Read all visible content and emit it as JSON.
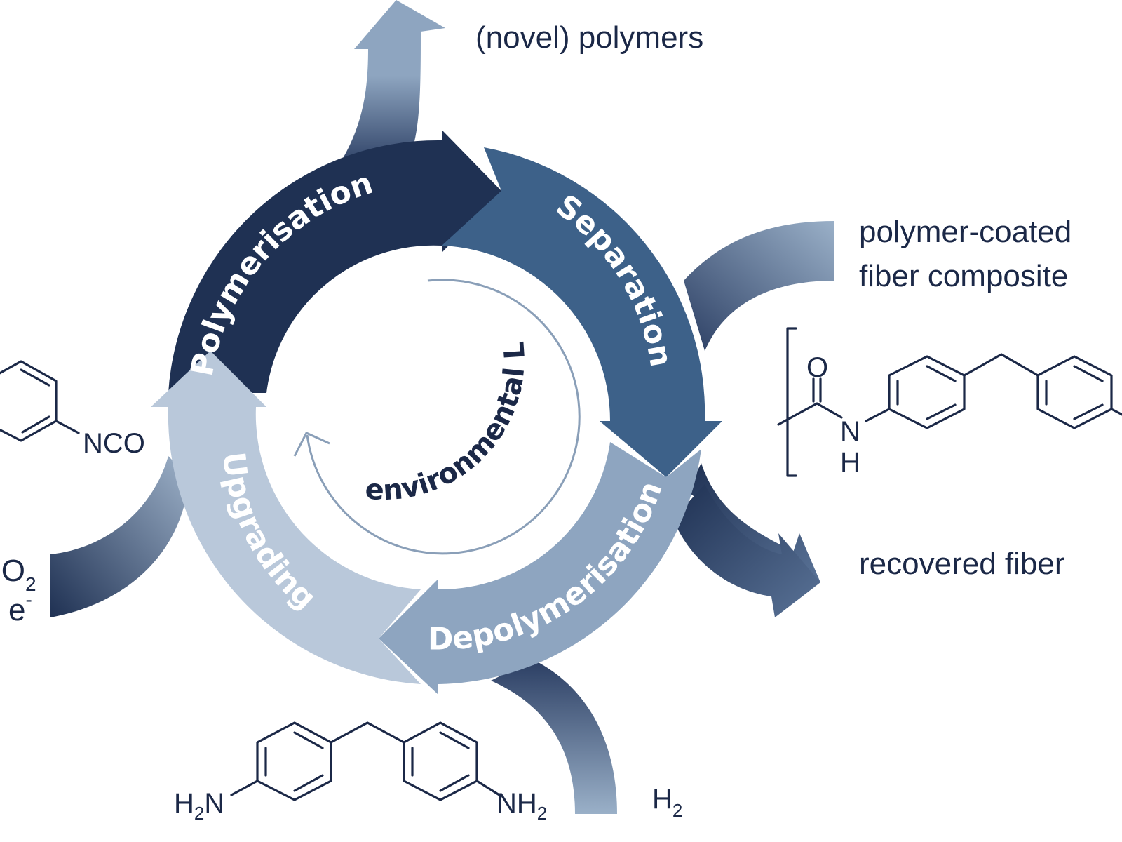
{
  "diagram": {
    "cycle_steps": [
      {
        "label": "Polymerisation",
        "color": "#1f3153"
      },
      {
        "label": "Separation",
        "color": "#3d6189"
      },
      {
        "label": "Depolymerisation",
        "color": "#8ea5c0"
      },
      {
        "label": "Upgrading",
        "color": "#b9c8da"
      }
    ],
    "center_label": "environmental LCA",
    "inputs_outputs": {
      "novel_polymers": "(novel) polymers",
      "composite_line1": "polymer-coated",
      "composite_line2": "fiber composite",
      "recovered_fiber": "recovered fiber",
      "co2": "CO",
      "co2_sub": "2",
      "electron": "e",
      "electron_sup": "-",
      "h2": "H",
      "h2_sub": "2"
    },
    "chemistry": {
      "isocyanate_group": "NCO",
      "carbonyl_o": "O",
      "amide_n": "N",
      "amide_h": "H",
      "amine_left_h": "H",
      "amine_left_sub": "2",
      "amine_left_n": "N",
      "amine_right_n": "NH",
      "amine_right_sub": "2"
    },
    "colors": {
      "text_dark": "#1b2847",
      "lca_arrow": "#8a9fb8"
    }
  }
}
